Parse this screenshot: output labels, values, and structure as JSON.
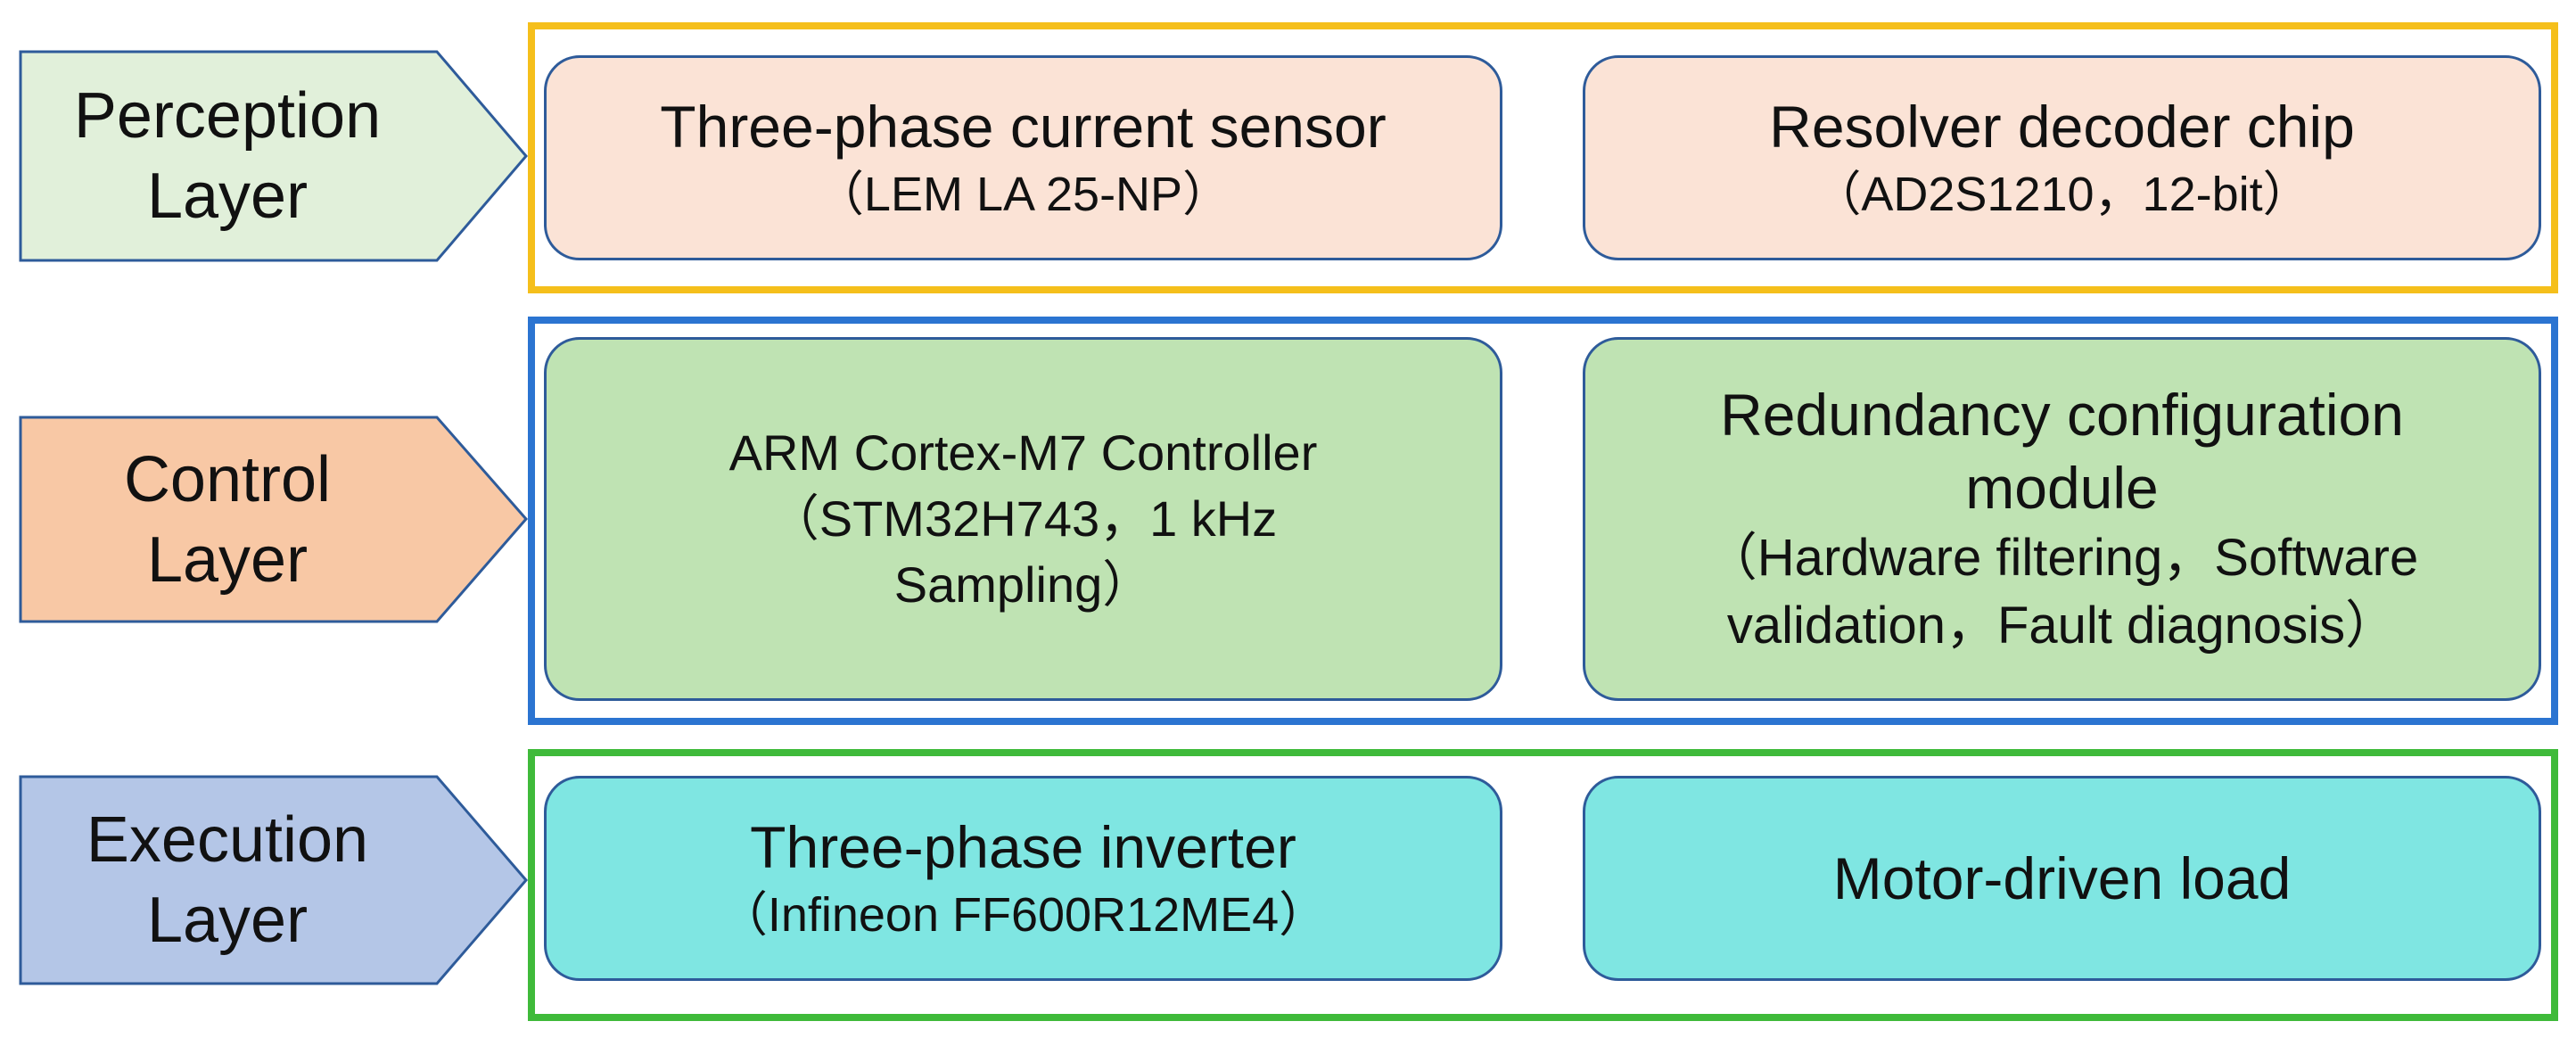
{
  "colors": {
    "perception_frame": "#f5bf1b",
    "control_frame": "#2b74d1",
    "execution_frame": "#3fba3a",
    "perception_label_fill": "#e1f0da",
    "control_label_fill": "#f8c8a5",
    "execution_label_fill": "#b4c6e7",
    "perception_box_fill": "#fbe3d6",
    "control_box_fill": "#bfe3b3",
    "execution_box_fill": "#7fe6e2",
    "box_border": "#2e5b9a"
  },
  "layers": [
    {
      "name_line1": "Perception",
      "name_line2": "Layer",
      "boxes": [
        {
          "title": "Three-phase current sensor",
          "sub": "（LEM LA 25-NP）"
        },
        {
          "title": "Resolver decoder chip",
          "sub": "（AD2S1210，12-bit）"
        }
      ]
    },
    {
      "name_line1": "Control",
      "name_line2": "Layer",
      "boxes": [
        {
          "line1": "ARM Cortex-M7 Controller",
          "line2": "（STM32H743，1 kHz",
          "line3": "Sampling）"
        },
        {
          "title_line1": "Redundancy configuration",
          "title_line2": "module",
          "sub_line1": "（Hardware filtering，Software",
          "sub_line2": "validation，Fault diagnosis）"
        }
      ]
    },
    {
      "name_line1": "Execution",
      "name_line2": "Layer",
      "boxes": [
        {
          "title": "Three-phase inverter",
          "sub": "（Infineon FF600R12ME4）"
        },
        {
          "title": "Motor-driven load"
        }
      ]
    }
  ]
}
